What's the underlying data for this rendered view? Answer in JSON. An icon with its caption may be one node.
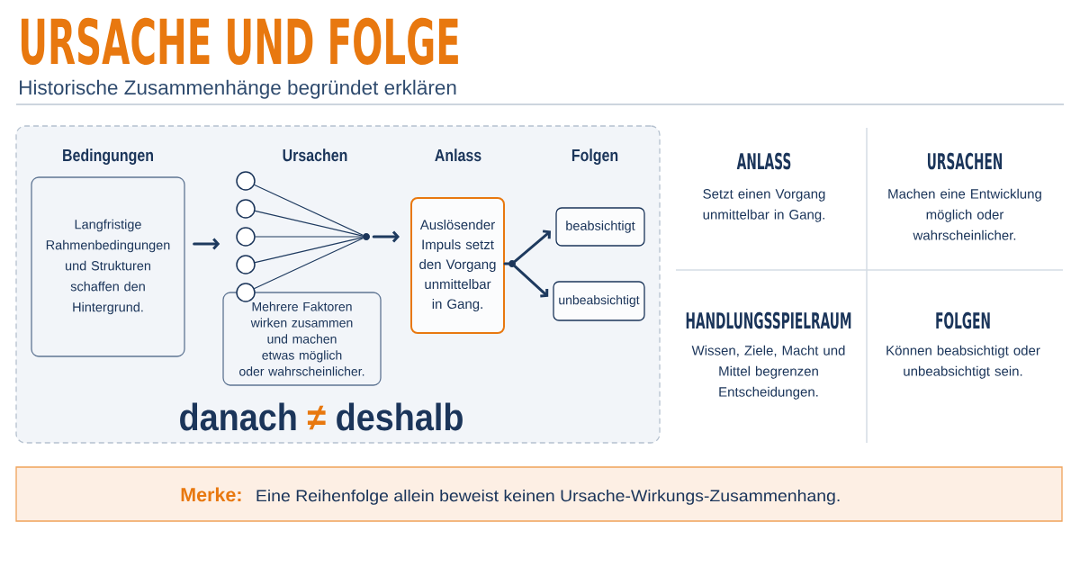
{
  "diagram": {
    "title": "URSACHE UND FOLGE",
    "nodes": [
      {
        "text": [
          "danach ≠ deshalb"
        ]
      },
      {
        "text": [
          "Langfristige Rahmenbedingungen und Strukturen schaffen den Hintergrund."
        ],
        "in": 0
      },
      {
        "text": [],
        "shape": "circle",
        "in": 0
      },
      {
        "text": [],
        "shape": "circle",
        "in": 0
      },
      {
        "text": [],
        "shape": "circle",
        "in": 0
      },
      {
        "text": [],
        "shape": "circle",
        "in": 0
      },
      {
        "text": [],
        "shape": "circle",
        "in": 0
      },
      {
        "text": [],
        "shape": "dot",
        "in": 0
      },
      {
        "text": [
          "Mehrere Faktoren wirken zusammen und machen etwas möglich oder wahrscheinlicher."
        ],
        "in": 0
      },
      {
        "text": [
          "Auslösender Impuls setzt den Vorgang unmittelbar in Gang."
        ],
        "in": 0
      },
      {
        "text": [],
        "shape": "dot",
        "in": 0
      },
      {
        "text": [
          "beabsichtigt"
        ],
        "in": 0
      },
      {
        "text": [
          "unbeabsichtigt"
        ],
        "in": 0
      },
      {
        "text": [
          "Merke:",
          "Eine Reihenfolge allein beweist keinen Ursache-Wirkungs-Zusammenhang."
        ]
      }
    ],
    "edges": [
      {
        "from": 1,
        "to": 4,
        "arrow": "to",
        "style": "thick"
      },
      {
        "from": 2,
        "to": 7,
        "arrow": "none"
      },
      {
        "from": 3,
        "to": 7,
        "arrow": "none"
      },
      {
        "from": 4,
        "to": 7,
        "arrow": "none"
      },
      {
        "from": 5,
        "to": 7,
        "arrow": "none"
      },
      {
        "from": 6,
        "to": 7,
        "arrow": "none"
      },
      {
        "from": 7,
        "to": 9,
        "arrow": "to",
        "style": "thick"
      },
      {
        "from": 9,
        "to": 10,
        "arrow": "none",
        "style": "thick"
      },
      {
        "from": 10,
        "to": 11,
        "arrow": "to",
        "style": "thick"
      },
      {
        "from": 10,
        "to": 12,
        "arrow": "to",
        "style": "thick"
      }
    ],
    "labels": [
      "Historische Zusammenhänge begründet erklären",
      "Bedingungen",
      "Ursachen",
      "Anlass",
      "Folgen",
      "ANLASS",
      "Setzt einen Vorgang unmittelbar in Gang.",
      "URSACHEN",
      "Machen eine Entwicklung möglich oder wahrscheinlicher.",
      "HANDLUNGSSPIELRAUM",
      "Wissen, Ziele, Macht und Mittel begrenzen Entscheidungen.",
      "FOLGEN",
      "Können beabsichtigt oder unbeabsichtigt sein."
    ]
  }
}
